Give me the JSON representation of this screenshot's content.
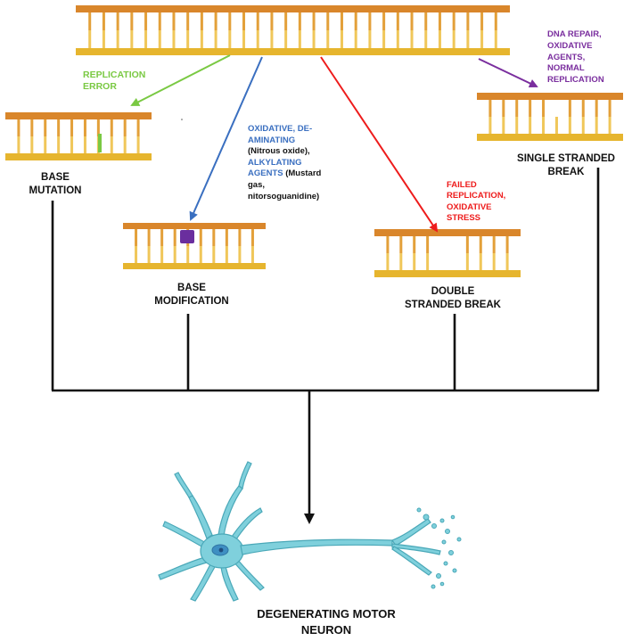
{
  "colors": {
    "backbone": "#D9862B",
    "rung_top": "#E3A03A",
    "rung_bottom": "#F0C75A",
    "bottom_rail": "#E6B52E",
    "green": "#7AC943",
    "blue": "#3A6FC0",
    "red": "#EE1C1C",
    "purple": "#7A2E9E",
    "neuron": "#7FD0DC",
    "neuron_outline": "#4AA8B8",
    "nucleus": "#3E8FC2",
    "modification_block": "#6A2E9E",
    "flow_line": "#111111"
  },
  "arrows": {
    "replication_error": [
      "REPLICATION",
      "ERROR"
    ],
    "oxidative": {
      "blue_lines": [
        "OXIDATIVE, DE-",
        "AMINATING"
      ],
      "black_1": "(Nitrous oxide),",
      "blue_2": "ALKYLATING",
      "blue_3": "AGENTS",
      "black_2": "(Mustard",
      "black_3": "gas,",
      "black_4": "nitorsoguanidine)"
    },
    "failed_replication": [
      "FAILED",
      "REPLICATION,",
      "OXIDATIVE",
      "STRESS"
    ],
    "dna_repair": [
      "DNA REPAIR,",
      "OXIDATIVE",
      "AGENTS,",
      "NORMAL",
      "REPLICATION"
    ]
  },
  "captions": {
    "base_mutation": [
      "BASE",
      "MUTATION"
    ],
    "base_modification": [
      "BASE",
      "MODIFICATION"
    ],
    "double_strand": [
      "DOUBLE",
      "STRANDED BREAK"
    ],
    "single_strand": [
      "SINGLE STRANDED",
      "BREAK"
    ],
    "neuron": [
      "DEGENERATING MOTOR",
      "NEURON"
    ]
  },
  "icons": {
    "dna": "dna-ladder-icon",
    "neuron": "motor-neuron-icon"
  }
}
